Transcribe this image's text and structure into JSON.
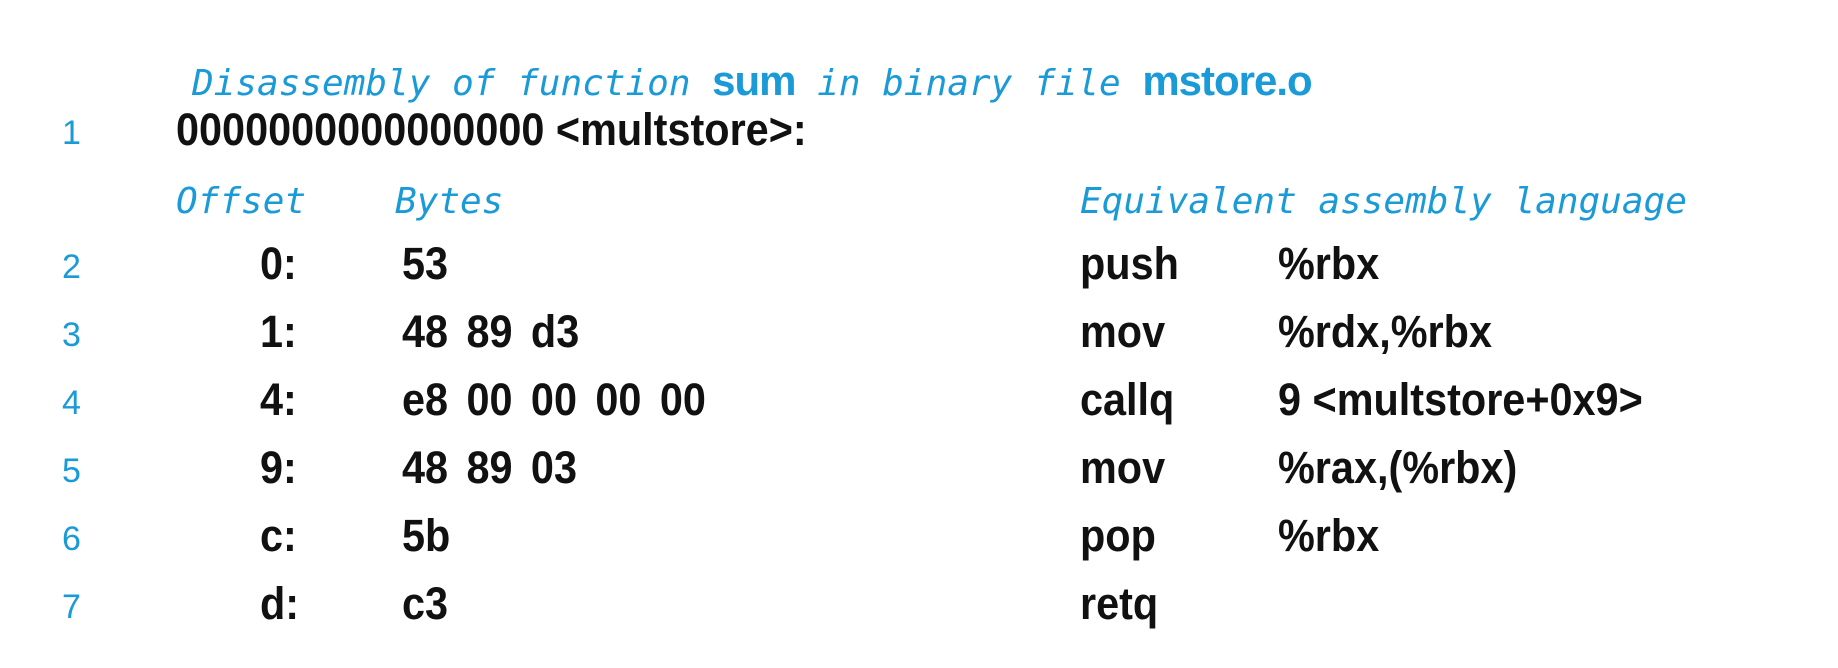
{
  "header": {
    "prefix": "Disassembly of function ",
    "function_name": "sum",
    "middle": " in binary file ",
    "file_name": "mstore.o"
  },
  "function_line": {
    "line_number": "1",
    "text": "0000000000000000 <multstore>:"
  },
  "columns": {
    "offset": "Offset",
    "bytes": "Bytes",
    "assembly": "Equivalent assembly language"
  },
  "rows": [
    {
      "line_number": "2",
      "offset": "0:",
      "bytes": [
        "53"
      ],
      "mnemonic": "push",
      "operands": "%rbx"
    },
    {
      "line_number": "3",
      "offset": "1:",
      "bytes": [
        "48",
        "89",
        "d3"
      ],
      "mnemonic": "mov",
      "operands": "%rdx,%rbx"
    },
    {
      "line_number": "4",
      "offset": "4:",
      "bytes": [
        "e8",
        "00",
        "00",
        "00",
        "00"
      ],
      "mnemonic": "callq",
      "operands": "9 <multstore+0x9>"
    },
    {
      "line_number": "5",
      "offset": "9:",
      "bytes": [
        "48",
        "89",
        "03"
      ],
      "mnemonic": "mov",
      "operands": "%rax,(%rbx)"
    },
    {
      "line_number": "6",
      "offset": "c:",
      "bytes": [
        "5b"
      ],
      "mnemonic": "pop",
      "operands": "%rbx"
    },
    {
      "line_number": "7",
      "offset": "d:",
      "bytes": [
        "c3"
      ],
      "mnemonic": "retq",
      "operands": ""
    }
  ],
  "colors": {
    "accent": "#1a9ad6",
    "text": "#111111",
    "background": "#ffffff"
  }
}
